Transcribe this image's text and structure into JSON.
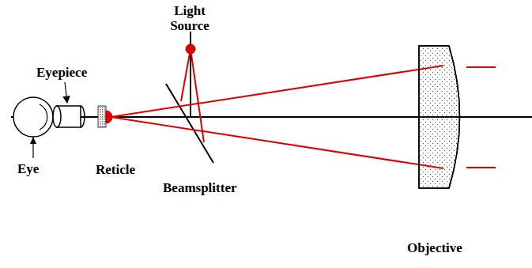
{
  "diagram": {
    "labels": [
      "Light Source",
      "Eyepiece",
      "Reticle",
      "Eye",
      "Beamsplitter",
      "Objective"
    ]
  }
}
